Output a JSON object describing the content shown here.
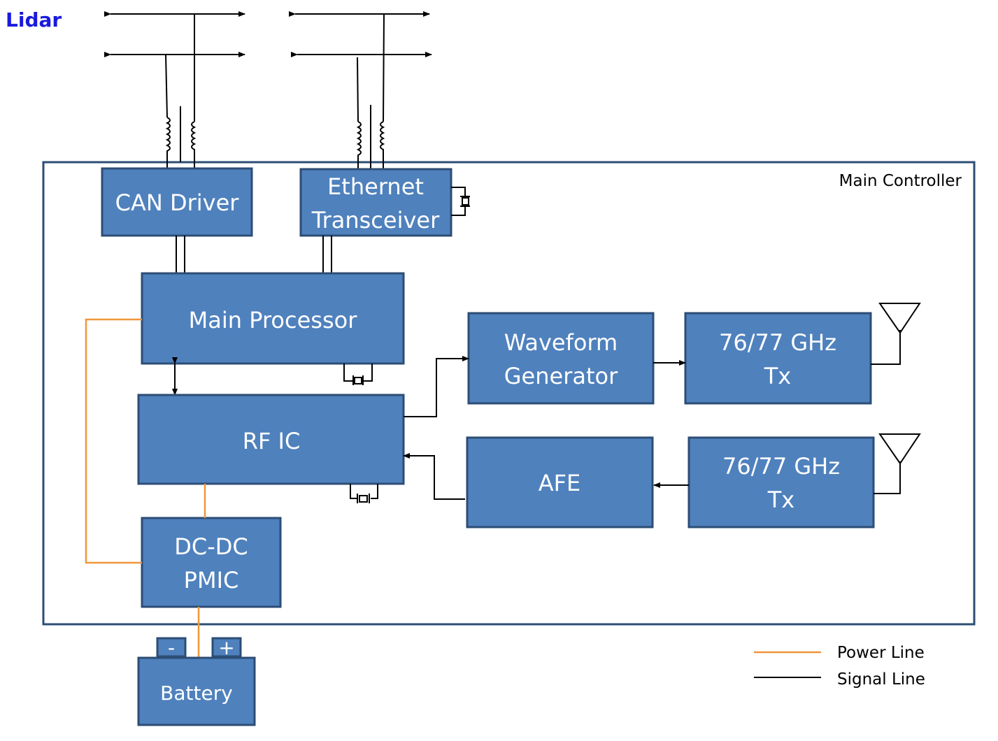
{
  "title": "Lidar",
  "container_label": "Main Controller",
  "blocks": {
    "can_driver": "CAN Driver",
    "ethernet_line1": "Ethernet",
    "ethernet_line2": "Transceiver",
    "main_processor": "Main Processor",
    "rf_ic": "RF IC",
    "waveform_line1": "Waveform",
    "waveform_line2": "Generator",
    "tx_top_line1": "76/77 GHz",
    "tx_top_line2": "Tx",
    "afe": "AFE",
    "tx_bottom_line1": "76/77 GHz",
    "tx_bottom_line2": "Tx",
    "dcdc_line1": "DC-DC",
    "dcdc_line2": "PMIC",
    "battery": "Battery",
    "battery_minus": "-",
    "battery_plus": "+"
  },
  "legend": {
    "power": "Power Line",
    "signal": "Signal Line"
  },
  "colors": {
    "block_fill": "#4f81bd",
    "block_border": "#2c4d75",
    "power_line": "#f0963c",
    "signal_line": "#000000",
    "title": "#1a1adc"
  }
}
